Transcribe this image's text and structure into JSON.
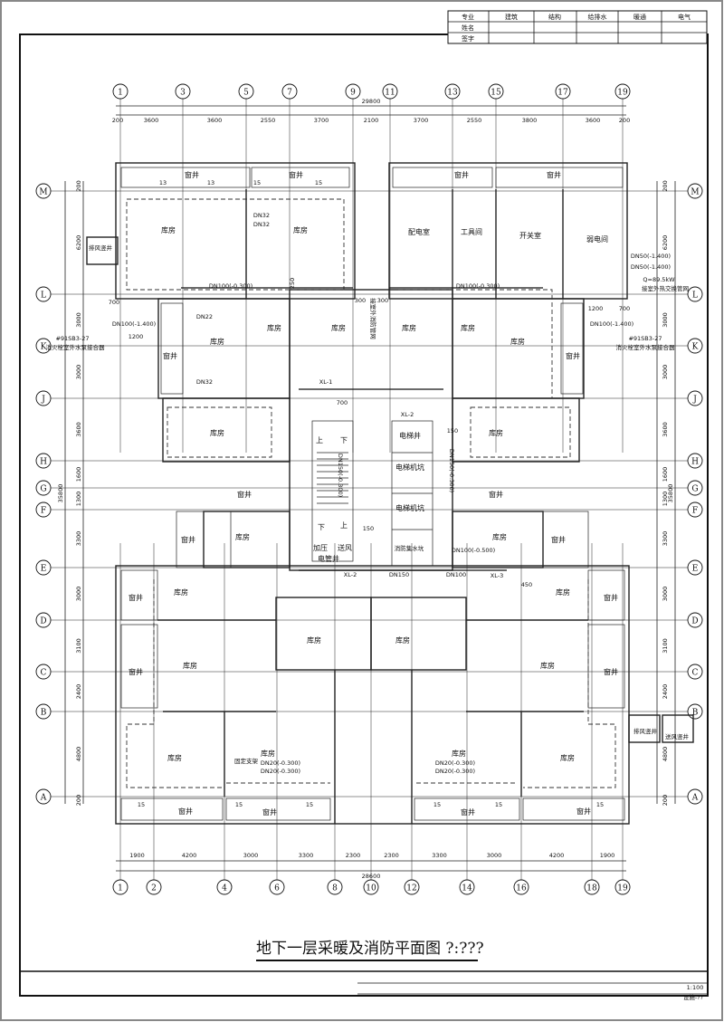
{
  "title_block": {
    "row_header": "专业",
    "disciplines": [
      "建筑",
      "结构",
      "给排水",
      "暖通",
      "电气"
    ],
    "name_label": "姓名",
    "sign_label": "签字"
  },
  "axes": {
    "top_columns": [
      "1",
      "3",
      "5",
      "7",
      "9",
      "11",
      "13",
      "15",
      "17",
      "19"
    ],
    "bottom_columns": [
      "1",
      "2",
      "4",
      "6",
      "8",
      "10",
      "12",
      "14",
      "16",
      "18",
      "19"
    ],
    "rows": [
      "M",
      "L",
      "K",
      "J",
      "H",
      "G",
      "F",
      "E",
      "D",
      "C",
      "B",
      "A"
    ]
  },
  "dimensions": {
    "top": [
      "200",
      "3600",
      "3600",
      "2550",
      "3700",
      "2100",
      "3700",
      "2550",
      "3800",
      "3600",
      "200"
    ],
    "top_total": "29800",
    "bottom": [
      "1900",
      "4200",
      "3000",
      "3300",
      "2300",
      "2300",
      "3300",
      "3000",
      "4200",
      "1900"
    ],
    "bottom_total": "28600",
    "left": [
      "200",
      "6200",
      "3000",
      "3000",
      "3600",
      "1600",
      "1300",
      "3300",
      "3000",
      "3100",
      "2400",
      "4800",
      "200"
    ],
    "left_total": "35800",
    "right": [
      "200",
      "6200",
      "3000",
      "3000",
      "3600",
      "1600",
      "1300",
      "3300",
      "3000",
      "3100",
      "2400",
      "4800",
      "200"
    ],
    "right_total": "35800"
  },
  "rooms": [
    "窗井",
    "窗井",
    "窗井",
    "窗井",
    "库房",
    "库房",
    "配电室",
    "工具间",
    "开关室",
    "弱电间",
    "排风竖井",
    "库房",
    "库房",
    "库房",
    "库房",
    "库房",
    "库房",
    "窗井",
    "窗井",
    "库房",
    "库房",
    "电梯井",
    "电梯机坑",
    "电梯机坑",
    "消防集水坑",
    "窗井",
    "窗井",
    "库房",
    "库房",
    "窗井",
    "窗井",
    "加压",
    "送风",
    "电管井",
    "上",
    "下",
    "下",
    "上",
    "窗井",
    "库房",
    "库房",
    "窗井",
    "库房",
    "库房",
    "窗井",
    "库房",
    "库房",
    "窗井",
    "库房",
    "库房",
    "库房",
    "库房",
    "窗井",
    "窗井",
    "窗井",
    "窗井",
    "排风竖井",
    "送风竖井"
  ],
  "annotations": [
    "DN100(-0.300)",
    "DN100(-0.300)",
    "DN32",
    "DN32",
    "DN100(-1.400)",
    "700",
    "1200",
    "DN50(-1.400)",
    "DN50(-1.400)",
    "Q=89.5kW",
    "接室外热交换管网",
    "DN100(-1.400)",
    "1200",
    "700",
    "#91SB3-27",
    "消火栓室外水泵接合器",
    "#91SB3-27",
    "消火栓室外水泵接合器",
    "XL-1",
    "XL-2",
    "XL-2",
    "XL-3",
    "DN150(-0.300)",
    "DN150(-0.300)",
    "DN100(-0.500)",
    "DN150",
    "DN100",
    "DN20(-0.300)",
    "DN20(-0.300)",
    "DN20(-0.300)",
    "DN20(-0.300)",
    "固定支架",
    "13",
    "13",
    "15",
    "15",
    "15",
    "15",
    "15",
    "15",
    "15",
    "15",
    "150",
    "150",
    "700",
    "450",
    "250",
    "300",
    "300",
    "DN22",
    "DN32",
    "接室外消防管网"
  ],
  "drawing_title": "地下一层采暖及消防平面图 ?:???",
  "scale": "1:100",
  "sheet_no": "设施-??"
}
